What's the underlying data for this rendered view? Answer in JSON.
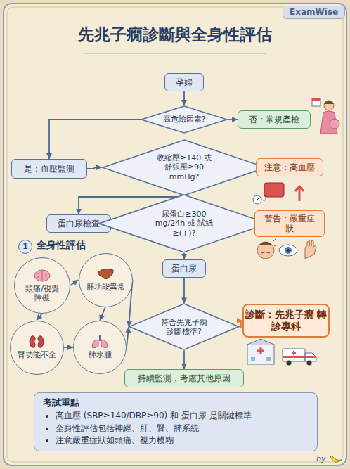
{
  "diagram": {
    "title": "先兆子癇診斷與全身性評估",
    "nodes": [
      {
        "text": [
          "孕婦"
        ]
      },
      {
        "text": [
          "高危險因素?"
        ]
      },
      {
        "text": [
          "否：常規產檢"
        ]
      },
      {
        "text": [
          "是：血壓監測"
        ]
      },
      {
        "text": [
          "收縮壓≥140 或 舒張壓≥90 mmHg?"
        ]
      },
      {
        "text": [
          "注意：高血壓"
        ]
      },
      {
        "text": [
          "蛋白尿檢查"
        ]
      },
      {
        "text": [
          "尿蛋白≥300 mg/24h 或 試紙≥(+)?"
        ]
      },
      {
        "text": [
          "警告：嚴重症狀"
        ]
      },
      {
        "text": [
          "蛋白尿"
        ]
      },
      {
        "text": [
          "頭痛/視覺障礙"
        ]
      },
      {
        "text": [
          "肝功能異常"
        ]
      },
      {
        "text": [
          "腎功能不全"
        ]
      },
      {
        "text": [
          "肺水腫"
        ]
      },
      {
        "text": [
          "符合先兆子癇 診斷標準?"
        ]
      },
      {
        "text": [
          "診斷：先兆子癇 轉診專科"
        ]
      },
      {
        "text": [
          "持續監測，考慮其他原因"
        ]
      },
      {
        "text": [
          "考試重點",
          "高血壓 (SBP≥140/DBP≥90) 和 蛋白尿 是關鍵標準",
          "全身性評估包括神經、肝、腎、肺系統",
          "注意嚴重症狀如頭痛、視力模糊"
        ]
      }
    ],
    "edges": [
      {
        "from": 0,
        "to": 1,
        "arrow": "to"
      },
      {
        "from": 1,
        "to": 2,
        "arrow": "to"
      },
      {
        "from": 1,
        "to": 3,
        "arrow": "to"
      },
      {
        "from": 3,
        "to": 4,
        "arrow": "to"
      },
      {
        "from": 4,
        "to": 5,
        "arrow": "to"
      },
      {
        "from": 4,
        "to": 6,
        "arrow": "to"
      },
      {
        "from": 6,
        "to": 7,
        "arrow": "to"
      },
      {
        "from": 7,
        "to": 8,
        "arrow": "to"
      },
      {
        "from": 7,
        "to": 9,
        "arrow": "to"
      },
      {
        "from": 9,
        "to": 14,
        "arrow": "to"
      },
      {
        "from": 10,
        "to": 11,
        "arrow": "to"
      },
      {
        "from": 10,
        "to": 12,
        "arrow": "to"
      },
      {
        "from": 11,
        "to": 13,
        "arrow": "to"
      },
      {
        "from": 12,
        "to": 13,
        "arrow": "to"
      },
      {
        "from": 11,
        "to": 14,
        "arrow": "to"
      },
      {
        "from": 13,
        "to": 14,
        "arrow": "to"
      },
      {
        "from": 14,
        "to": 15,
        "arrow": "to"
      },
      {
        "from": 14,
        "to": 16,
        "arrow": "to"
      }
    ],
    "labels": [
      "ExamWise",
      "1",
      "全身性評估",
      "by"
    ]
  }
}
